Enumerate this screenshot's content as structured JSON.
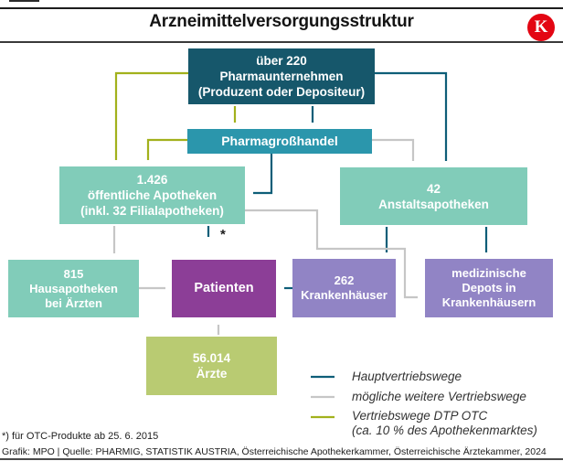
{
  "header": {
    "title": "Arzneimittelversorgungsstruktur",
    "logo": "K"
  },
  "boxes": {
    "pharma_companies": {
      "lines": [
        "über 220",
        "Pharmaunternehmen",
        "(Produzent oder Depositeur)"
      ]
    },
    "wholesale": {
      "label": "Pharmagroßhandel"
    },
    "public_pharmacies": {
      "lines": [
        "1.426",
        "öffentliche Apotheken",
        "(inkl. 32 Filialapotheken)"
      ]
    },
    "institutional_pharmacies": {
      "lines": [
        "42",
        "Anstaltsapotheken"
      ]
    },
    "house_pharmacies": {
      "lines": [
        "815",
        "Hausapotheken",
        "bei Ärzten"
      ]
    },
    "patients": {
      "label": "Patienten"
    },
    "hospitals": {
      "lines": [
        "262",
        "Krankenhäuser"
      ]
    },
    "medical_depots": {
      "lines": [
        "medizinische",
        "Depots in",
        "Krankenhäusern"
      ]
    },
    "doctors": {
      "lines": [
        "56.014",
        "Ärzte"
      ]
    }
  },
  "annotations": {
    "asterisk": "*"
  },
  "legend": {
    "items": [
      {
        "label": "Hauptvertriebswege",
        "color": "#0e5e78"
      },
      {
        "label": "mögliche weitere Vertriebswege",
        "color": "#c6c6c6"
      },
      {
        "label": "Vertriebswege DTP OTC",
        "label2": "(ca. 10 % des Apothekenmarktes)",
        "color": "#a2b11c"
      }
    ]
  },
  "footer": {
    "footnote": "*) für OTC-Produkte ab 25. 6. 2015",
    "source": "Grafik: MPO | Quelle: PHARMIG, STATISTIK AUSTRIA, Österreichische Apothekerkammer, Österreichische Ärztekammer, 2024"
  },
  "colors": {
    "dark_teal_box": "#16576b",
    "teal_box": "#2b96ac",
    "seafoam_box": "#81ccb9",
    "purple_box": "#8c3e97",
    "lilac_box": "#9184c5",
    "olive_box": "#b9cb72",
    "main_route_arrow": "#0e5e78",
    "possible_route_arrow": "#c6c6c6",
    "dtp_route_arrow": "#a2b11c",
    "logo_red": "#e30613"
  }
}
